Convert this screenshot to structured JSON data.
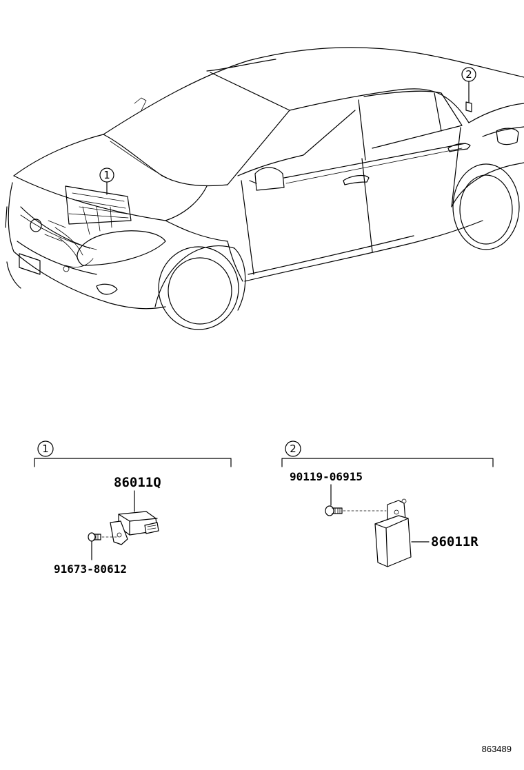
{
  "callouts": {
    "one": "1",
    "two": "2"
  },
  "groups": [
    {
      "number": "1",
      "parts": [
        "86011Q",
        "91673-80612"
      ]
    },
    {
      "number": "2",
      "parts": [
        "90119-06915",
        "86011R"
      ]
    }
  ],
  "reference_code": "863489"
}
